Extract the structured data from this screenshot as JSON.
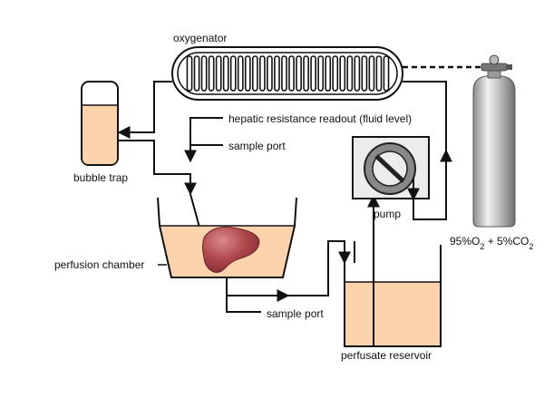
{
  "labels": {
    "oxygenator": "oxygenator",
    "hepatic_readout": "hepatic resistance readout (fluid level)",
    "sample_port_upper": "sample port",
    "bubble_trap": "bubble trap",
    "perfusion_chamber": "perfusion chamber",
    "sample_port_lower": "sample port",
    "pump": "pump",
    "perfusate_reservoir": "perfusate reservoir",
    "gas": {
      "o2_pct": "95%O",
      "o2_sub": "2",
      "plus": " + 5%CO",
      "co2_sub": "2"
    }
  },
  "colors": {
    "fluid": "#fcd3ac",
    "liver": "#b0484e",
    "line": "#111111",
    "pump_body": "#ececec",
    "pump_wheel": "#888888"
  }
}
